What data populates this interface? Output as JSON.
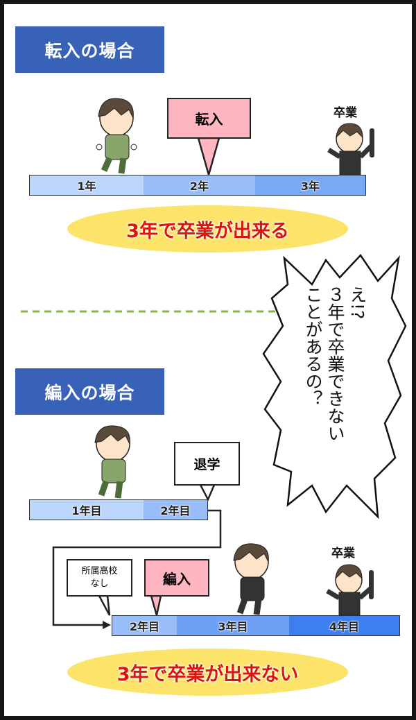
{
  "transfer_section": {
    "title": "転入の場合",
    "callout": "転入",
    "graduation_label": "卒業",
    "timeline": [
      "1年",
      "2年",
      "3年"
    ],
    "result": "3年で卒業が出来る"
  },
  "speech_bubble": {
    "lines": [
      "え!?",
      "３年で卒業できない",
      "ことがあるの？"
    ]
  },
  "admission_section": {
    "title": "編入の場合",
    "dropout_callout": "退学",
    "no_school_callout": "所属高校なし",
    "no_school_callout_line2": "",
    "admission_callout": "編入",
    "graduation_label": "卒業",
    "timeline_before": [
      "1年目",
      "2年目"
    ],
    "timeline_after": [
      "2年目",
      "3年目",
      "4年目"
    ],
    "result": "3年で卒業が出来ない"
  },
  "colors": {
    "title_bg": "#3762b8",
    "callout_pink": "#ffb6c1",
    "result_yellow": "#fce36a",
    "result_text": "#d8160b",
    "divider_green": "#8ab24a"
  }
}
